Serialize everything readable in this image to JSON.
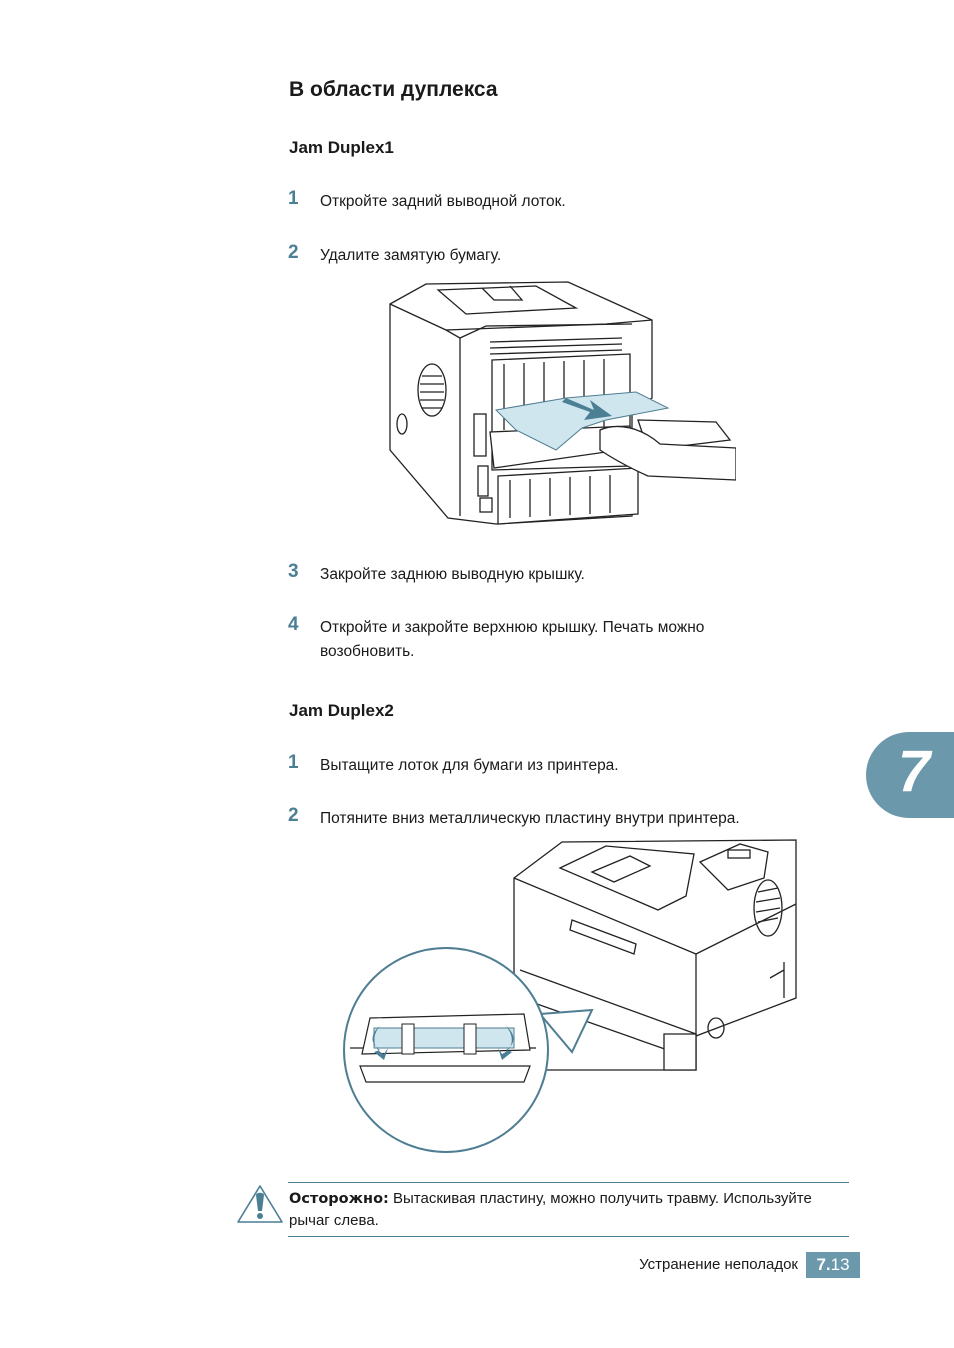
{
  "section_title": "В области дуплекса",
  "duplex1": {
    "heading": "Jam Duplex1",
    "steps": [
      {
        "num": "1",
        "text": "Откройте задний выводной лоток."
      },
      {
        "num": "2",
        "text": "Удалите замятую бумагу."
      },
      {
        "num": "3",
        "text": "Закройте заднюю выводную крышку."
      },
      {
        "num": "4",
        "text": "Откройте и закройте верхнюю крышку. Печать можно возобновить."
      }
    ]
  },
  "duplex2": {
    "heading": "Jam Duplex2",
    "steps": [
      {
        "num": "1",
        "text": "Вытащите лоток для бумаги из принтера."
      },
      {
        "num": "2",
        "text": "Потяните вниз металлическую пластину внутри принтера."
      }
    ]
  },
  "caution": {
    "label": "Осторожно:",
    "text": " Вытаскивая пластину, можно получить травму. Используйте рычаг слева.",
    "icon": "warning-icon"
  },
  "chapter_tab": "7",
  "footer": {
    "section": "Устранение неполадок",
    "page_chapter": "7.",
    "page_number": "13"
  },
  "colors": {
    "accent": "#6c98ab",
    "step_number": "#4a7f94",
    "paper": "#cfe6ee"
  }
}
